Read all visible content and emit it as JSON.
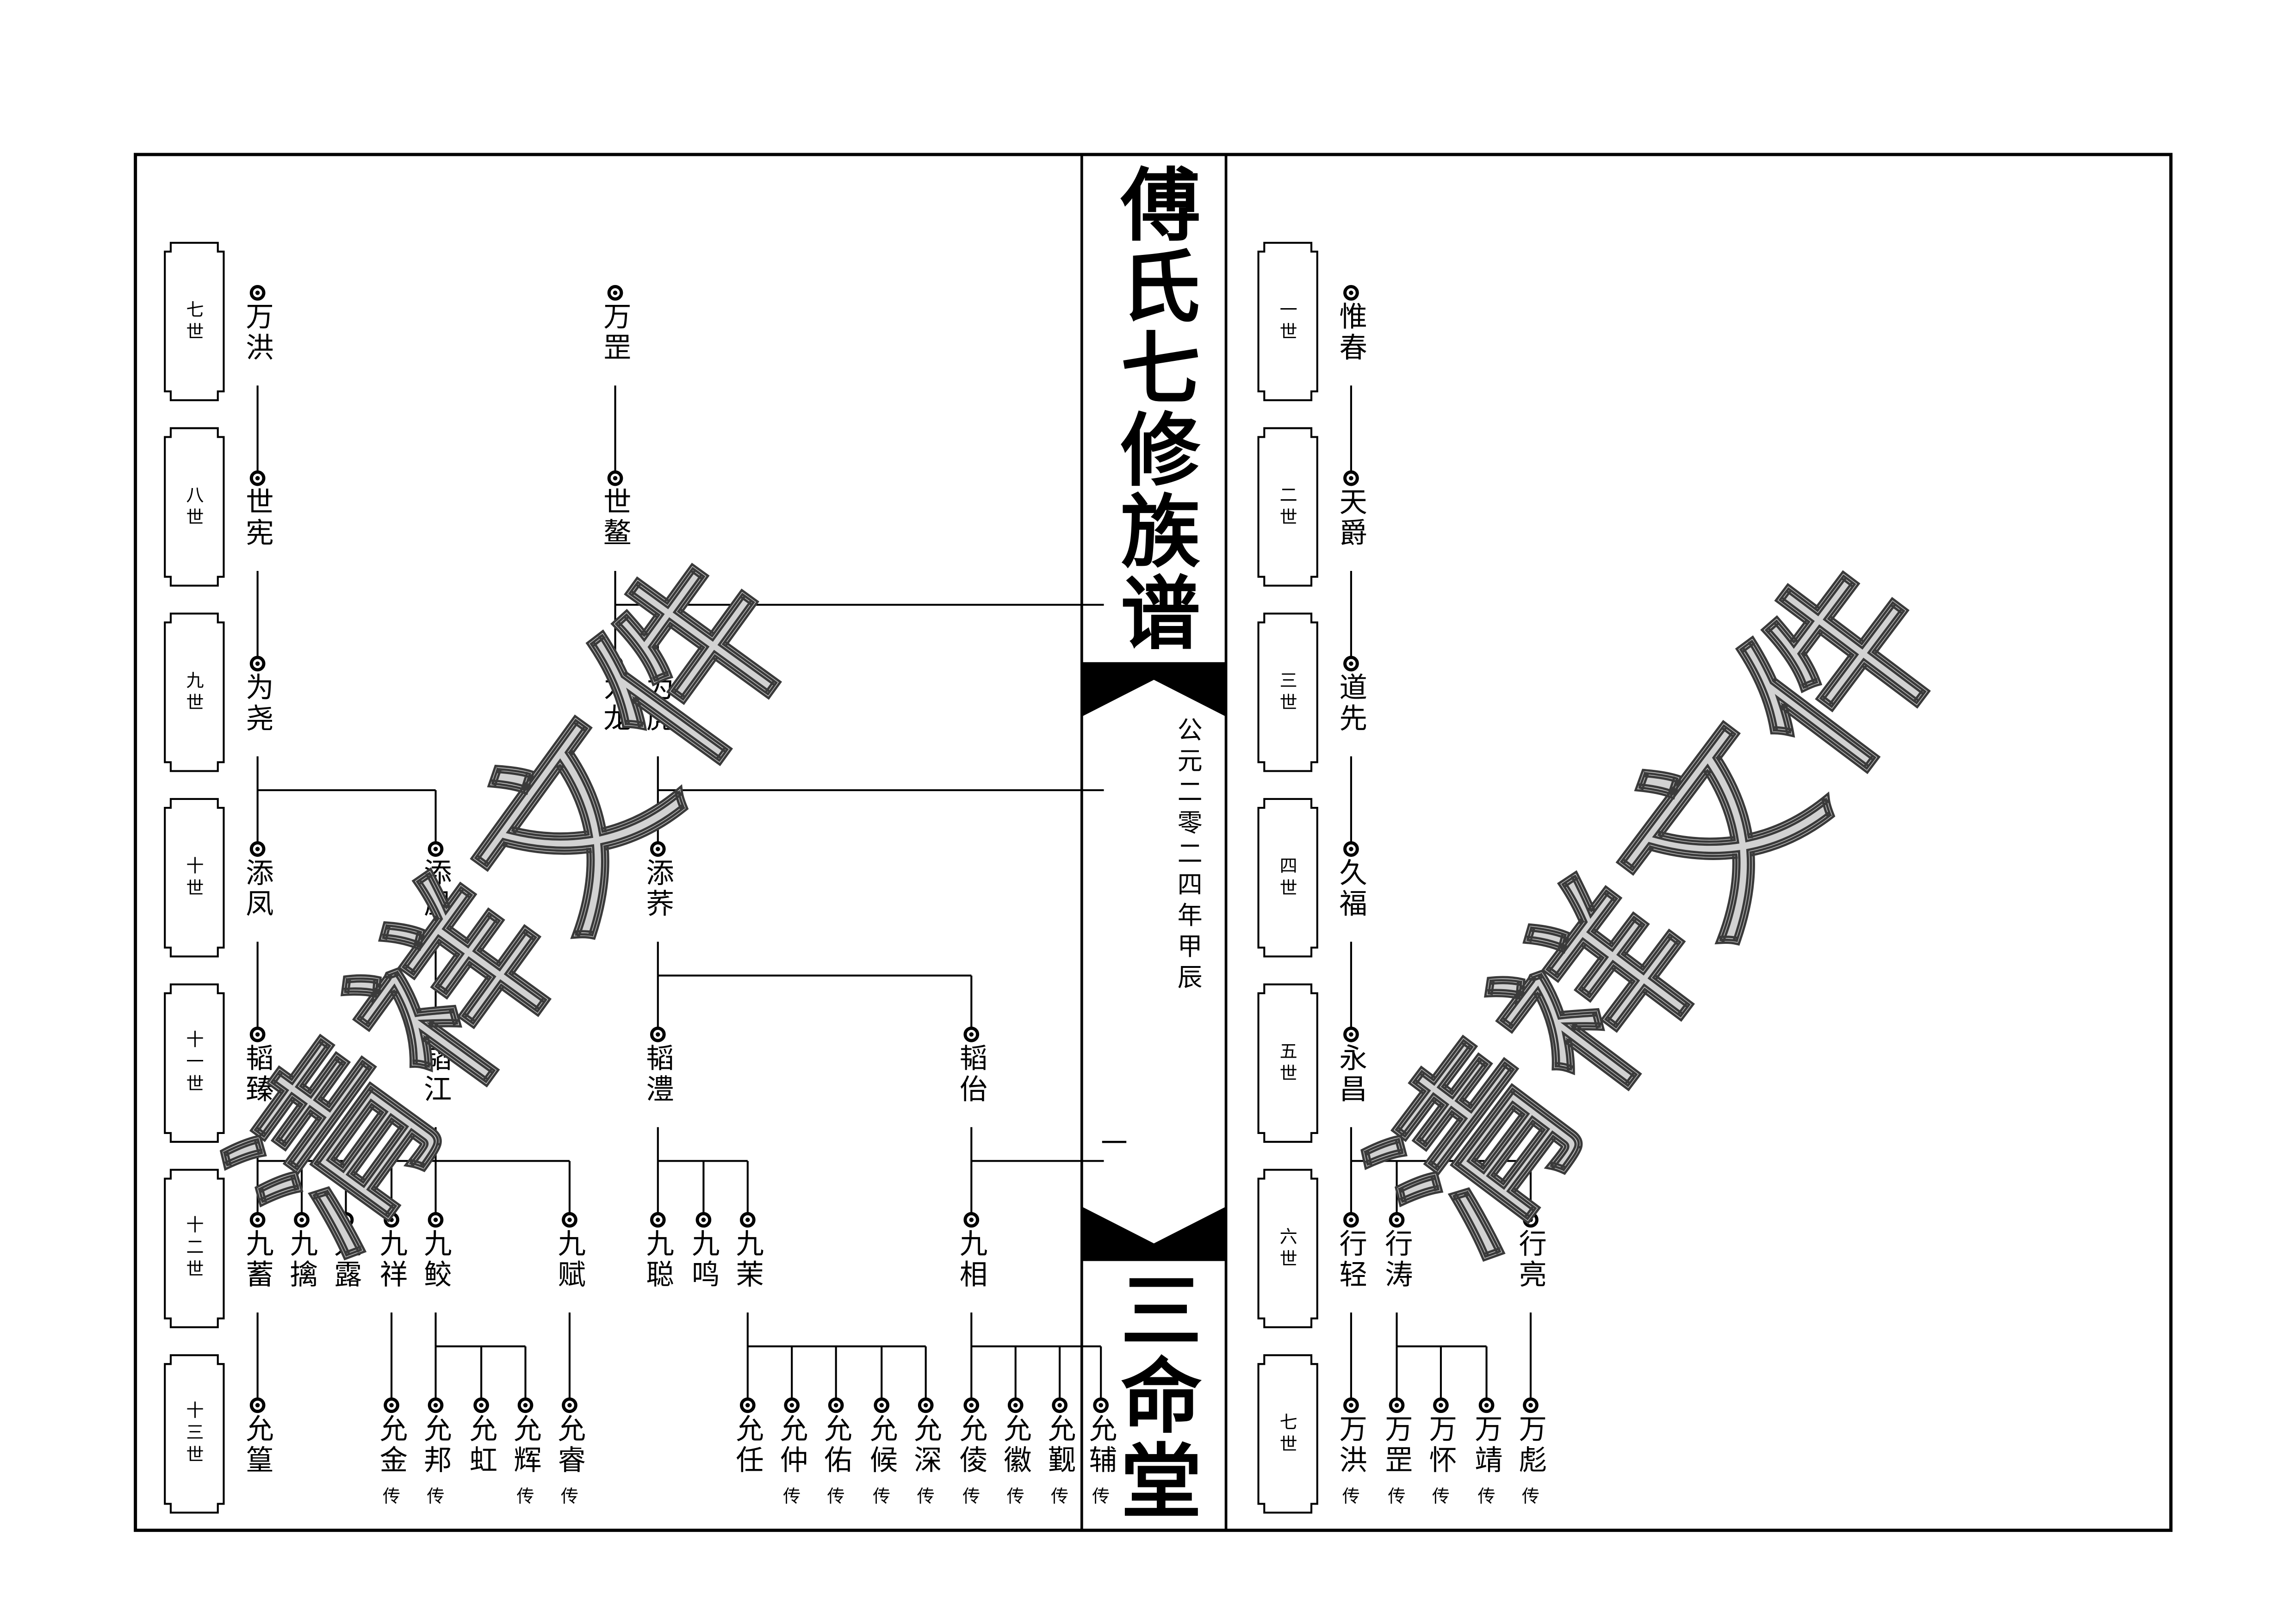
{
  "title": "傅氏七修族谱",
  "date_line": "公元二零二四年甲辰",
  "page_number": "一",
  "hall_name": "三命堂",
  "watermark": "清祥文件",
  "left_page": {
    "generations": [
      {
        "label": "七世",
        "members": [
          {
            "name": "万洪"
          },
          {
            "name": "万罡"
          }
        ]
      },
      {
        "label": "八世",
        "members": [
          {
            "name": "世宪"
          },
          {
            "name": "世鳌"
          }
        ]
      },
      {
        "label": "九世",
        "members": [
          {
            "name": "为尧"
          },
          {
            "name": "为龙"
          },
          {
            "name": "为虎"
          }
        ]
      },
      {
        "label": "十世",
        "members": [
          {
            "name": "添凤"
          },
          {
            "name": "添凰"
          },
          {
            "name": "添荞"
          }
        ]
      },
      {
        "label": "十一世",
        "members": [
          {
            "name": "韬臻"
          },
          {
            "name": "韬江"
          },
          {
            "name": "韬澧"
          },
          {
            "name": "韬佁"
          }
        ]
      },
      {
        "label": "十二世",
        "members": [
          {
            "name": "九蓄"
          },
          {
            "name": "九擒"
          },
          {
            "name": "九露"
          },
          {
            "name": "九祥"
          },
          {
            "name": "九鲛"
          },
          {
            "name": "九赋"
          },
          {
            "name": "九聪"
          },
          {
            "name": "九鸣"
          },
          {
            "name": "九茉"
          },
          {
            "name": "九相"
          }
        ]
      },
      {
        "label": "十三世",
        "members": [
          {
            "name": "允篁"
          },
          {
            "name": "允金",
            "mark": "传"
          },
          {
            "name": "允邦",
            "mark": "传"
          },
          {
            "name": "允虹"
          },
          {
            "name": "允辉",
            "mark": "传"
          },
          {
            "name": "允睿",
            "mark": "传"
          },
          {
            "name": "允任"
          },
          {
            "name": "允仲",
            "mark": "传"
          },
          {
            "name": "允佑",
            "mark": "传"
          },
          {
            "name": "允候",
            "mark": "传"
          },
          {
            "name": "允深",
            "mark": "传"
          },
          {
            "name": "允倰",
            "mark": "传"
          },
          {
            "name": "允徽",
            "mark": "传"
          },
          {
            "name": "允觐",
            "mark": "传"
          },
          {
            "name": "允辅",
            "mark": "传"
          }
        ]
      }
    ]
  },
  "right_page": {
    "generations": [
      {
        "label": "一世",
        "members": [
          {
            "name": "惟春"
          }
        ]
      },
      {
        "label": "二世",
        "members": [
          {
            "name": "天爵"
          }
        ]
      },
      {
        "label": "三世",
        "members": [
          {
            "name": "道先"
          }
        ]
      },
      {
        "label": "四世",
        "members": [
          {
            "name": "久福"
          }
        ]
      },
      {
        "label": "五世",
        "members": [
          {
            "name": "永昌"
          }
        ]
      },
      {
        "label": "六世",
        "members": [
          {
            "name": "行轻"
          },
          {
            "name": "行涛"
          },
          {
            "name": "行亮"
          }
        ]
      },
      {
        "label": "七世",
        "members": [
          {
            "name": "万洪",
            "mark": "传"
          },
          {
            "name": "万罡",
            "mark": "传"
          },
          {
            "name": "万怀",
            "mark": "传"
          },
          {
            "name": "万靖",
            "mark": "传"
          },
          {
            "name": "万彪",
            "mark": "传"
          }
        ]
      }
    ]
  }
}
